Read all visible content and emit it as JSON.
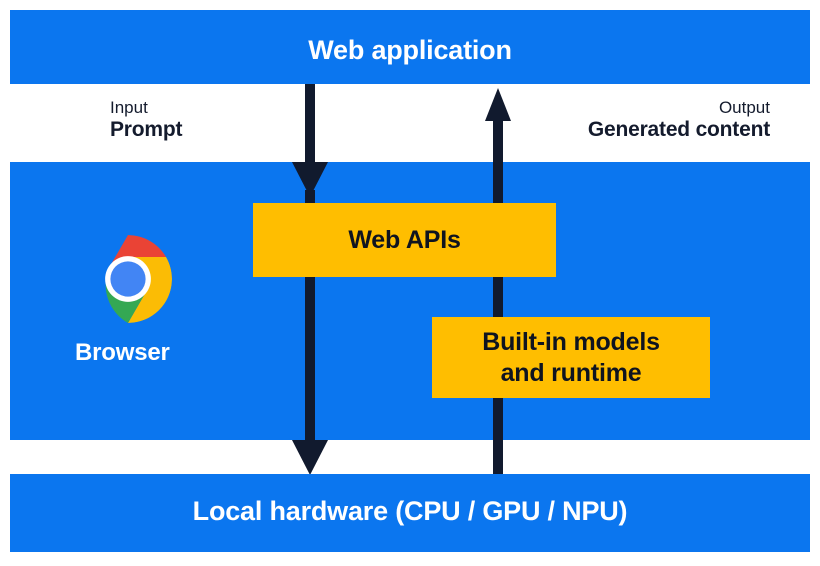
{
  "colors": {
    "band_blue": "#0B76EF",
    "box_yellow": "#FFBE00",
    "arrow_navy": "#111A2E",
    "text_on_blue": "#FFFFFF",
    "text_dark": "#141B2D",
    "chrome_red": "#EA4335",
    "chrome_yellow": "#FBBC05",
    "chrome_green": "#34A853",
    "chrome_blue": "#4285F4",
    "page_background": "#FFFFFF"
  },
  "bands": {
    "web_application": {
      "title": "Web application"
    },
    "browser": {
      "label": "Browser",
      "icon": "chrome-logo-icon"
    },
    "local_hardware": {
      "title": "Local hardware (CPU / GPU / NPU)"
    }
  },
  "io": {
    "input": {
      "kind": "Input",
      "value": "Prompt"
    },
    "output": {
      "kind": "Output",
      "value": "Generated content"
    }
  },
  "boxes": {
    "web_apis": {
      "label": "Web APIs"
    },
    "builtin_models": {
      "line1": "Built-in models",
      "line2": "and runtime"
    }
  },
  "arrows": {
    "down": {
      "name": "input-flow-arrow-down",
      "direction": "down"
    },
    "up": {
      "name": "output-flow-arrow-up",
      "direction": "up"
    }
  }
}
